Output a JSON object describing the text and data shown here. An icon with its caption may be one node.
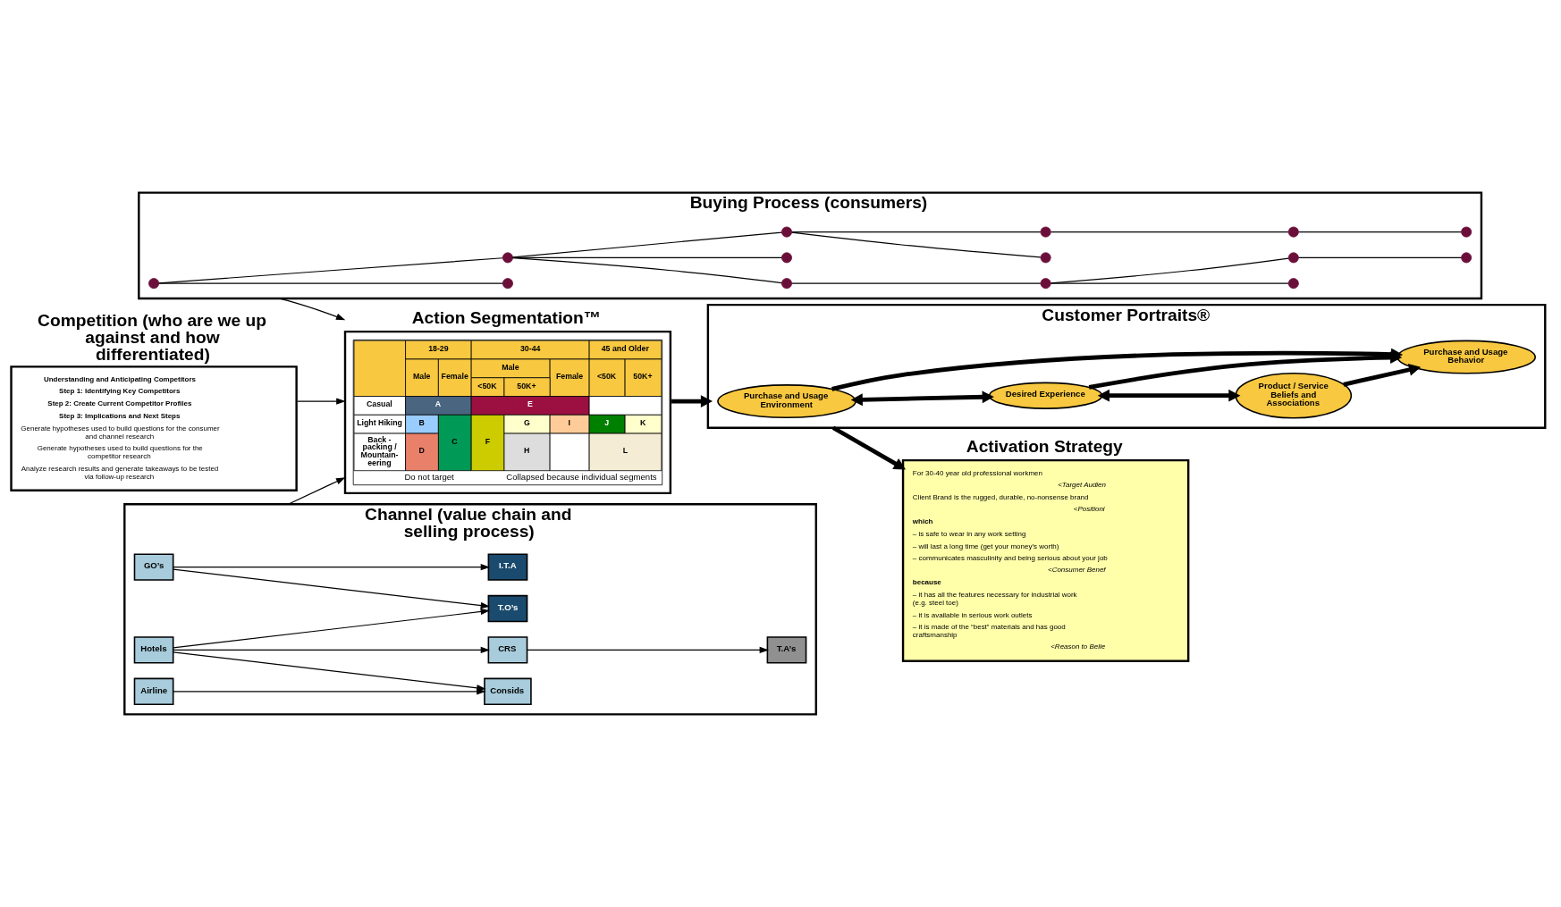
{
  "diagram": {
    "nodes": [
      {
        "text": [
          "Buying Process (consumers)"
        ]
      },
      {
        "text": [],
        "shape": "circle",
        "in": 0
      },
      {
        "text": [],
        "shape": "circle",
        "in": 0
      },
      {
        "text": [],
        "shape": "circle",
        "in": 0
      },
      {
        "text": [],
        "shape": "circle",
        "in": 0
      },
      {
        "text": [],
        "shape": "circle",
        "in": 0
      },
      {
        "text": [],
        "shape": "circle",
        "in": 0
      },
      {
        "text": [],
        "shape": "circle",
        "in": 0
      },
      {
        "text": [],
        "shape": "circle",
        "in": 0
      },
      {
        "text": [],
        "shape": "circle",
        "in": 0
      },
      {
        "text": [],
        "shape": "circle",
        "in": 0
      },
      {
        "text": [],
        "shape": "circle",
        "in": 0
      },
      {
        "text": [],
        "shape": "circle",
        "in": 0
      },
      {
        "text": [],
        "shape": "circle",
        "in": 0
      },
      {
        "text": [],
        "shape": "circle",
        "in": 0
      },
      {
        "text": [
          "Channel (value chain and selling process)"
        ]
      },
      {
        "text": [
          "GO’s"
        ],
        "in": 15
      },
      {
        "text": [
          "Airline"
        ],
        "in": 15
      },
      {
        "text": [
          "Hotels"
        ],
        "in": 15
      },
      {
        "text": [
          "Consids"
        ],
        "in": 15
      },
      {
        "text": [
          "I.T.A"
        ],
        "in": 15
      },
      {
        "text": [
          "T.A’s"
        ],
        "in": 15
      },
      {
        "text": [
          "T.O’s"
        ],
        "in": 15
      },
      {
        "text": [
          "CRS"
        ],
        "in": 15
      },
      {
        "text": [
          "Competition (who are we up against and how differentiated)",
          "Understanding and Anticipating Competitors",
          "Step 1: Identifying Key Competitors",
          "Step 2: Create Current Competitor Profiles",
          "Step 3: Implications and Next Steps",
          "Generate hypotheses used to build questions for the consumer and channel research",
          "Generate hypotheses used to build questions for the competitor research",
          "Analyze research results and generate takeaways to be tested via follow-up research"
        ]
      },
      {
        "text": [
          "Action Segmentation™",
          "18-29",
          "30-44",
          "45 and Older",
          "Male",
          "Female",
          "Male",
          "Female",
          "<50K",
          "50K+",
          "<50K",
          "50K+",
          "Casual",
          "A",
          "E",
          "Light Hiking",
          "B",
          "C",
          "F",
          "G",
          "I",
          "J",
          "K",
          "Back - packing / Mountain-eering",
          "D",
          "H",
          "L",
          "Do not target",
          "Collapsed because individual segments"
        ]
      },
      {
        "text": [
          "Customer Portraits®"
        ]
      },
      {
        "text": [
          "Purchase and Usage Environment"
        ],
        "in": 26
      },
      {
        "text": [
          "Desired Experience"
        ],
        "in": 26
      },
      {
        "text": [
          "Product / Service Beliefs and Associations"
        ],
        "in": 26
      },
      {
        "text": [
          "Purchase and Usage Behavior"
        ],
        "in": 26
      },
      {
        "text": [
          "Activation Strategy",
          "For 30-40 year old professional workmen",
          "<Target Audien",
          "Client Brand is the rugged, durable, no-nonsense brand",
          "<Positioni",
          "which",
          "– is safe to wear in any work setting",
          "– will last a long time (get your money’s worth)",
          "– communicates masculinity and being serious about your job",
          "<Consumer Benef",
          "because",
          "– it has all the features necessary for industrial work (e.g. steel toe)",
          "– it is available in serious work outlets",
          "– it is made of the “best” materials and has good craftsmanship",
          "<Reason to Belie"
        ]
      }
    ],
    "edges": [
      {
        "from": 1,
        "to": 2,
        "arrow": "none"
      },
      {
        "from": 1,
        "to": 3,
        "arrow": "none"
      },
      {
        "from": 3,
        "to": 4,
        "arrow": "none"
      },
      {
        "from": 3,
        "to": 5,
        "arrow": "none"
      },
      {
        "from": 3,
        "to": 6,
        "arrow": "none"
      },
      {
        "from": 4,
        "to": 7,
        "arrow": "none"
      },
      {
        "from": 6,
        "to": 8,
        "arrow": "none"
      },
      {
        "from": 6,
        "to": 9,
        "arrow": "none"
      },
      {
        "from": 7,
        "to": 10,
        "arrow": "none"
      },
      {
        "from": 7,
        "to": 11,
        "arrow": "none"
      },
      {
        "from": 9,
        "to": 12,
        "arrow": "none"
      },
      {
        "from": 11,
        "to": 13,
        "arrow": "none"
      },
      {
        "from": 12,
        "to": 14,
        "arrow": "none"
      },
      {
        "from": 16,
        "to": 20,
        "arrow": "to"
      },
      {
        "from": 16,
        "to": 22,
        "arrow": "to"
      },
      {
        "from": 17,
        "to": 19,
        "arrow": "to"
      },
      {
        "from": 18,
        "to": 19,
        "arrow": "to"
      },
      {
        "from": 18,
        "to": 22,
        "arrow": "to"
      },
      {
        "from": 18,
        "to": 23,
        "arrow": "to"
      },
      {
        "from": 23,
        "to": 21,
        "arrow": "to"
      },
      {
        "from": 27,
        "to": 28,
        "arrow": "both",
        "style": "thick"
      },
      {
        "from": 28,
        "to": 29,
        "arrow": "both",
        "style": "thick"
      },
      {
        "from": 27,
        "to": 30,
        "arrow": "to",
        "style": "thick"
      },
      {
        "from": 28,
        "to": 30,
        "arrow": "to",
        "style": "thick"
      },
      {
        "from": 29,
        "to": 30,
        "arrow": "to",
        "style": "thick"
      },
      {
        "from": 0,
        "to": 25,
        "arrow": "to"
      },
      {
        "from": 15,
        "to": 25,
        "arrow": "to"
      },
      {
        "from": 24,
        "to": 25,
        "arrow": "to"
      },
      {
        "from": 25,
        "to": 26,
        "arrow": "to",
        "style": "thick"
      },
      {
        "from": 26,
        "to": 31,
        "arrow": "to",
        "style": "thick"
      }
    ]
  }
}
